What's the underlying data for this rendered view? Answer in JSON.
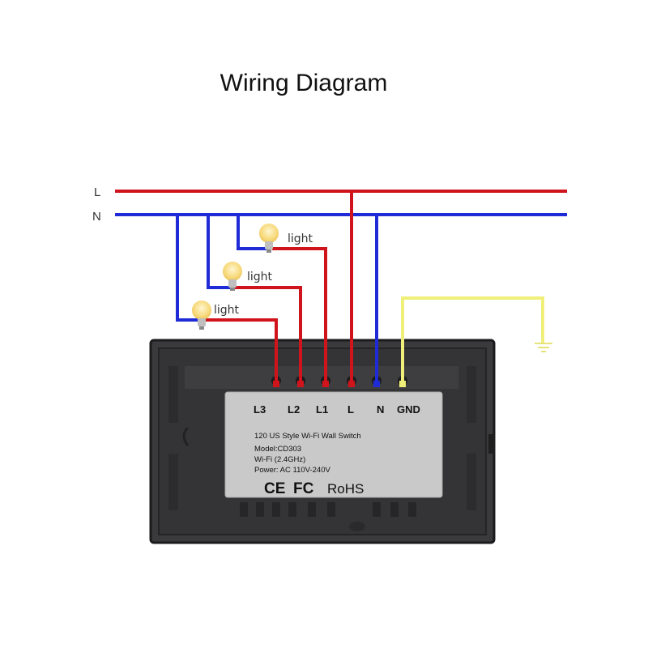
{
  "title": "Wiring Diagram",
  "lines": {
    "live_label": "L",
    "neutral_label": "N"
  },
  "lights": [
    {
      "label": "light"
    },
    {
      "label": "light"
    },
    {
      "label": "light"
    }
  ],
  "switch": {
    "terminals": [
      "L3",
      "L2",
      "L1",
      "L",
      "N",
      "GND"
    ],
    "sticker": {
      "line1": "120 US Style Wi-Fi Wall Switch",
      "line2": "Model:CD303",
      "line3": "Wi-Fi (2.4GHz)",
      "line4": "Power: AC 110V-240V",
      "mark_ce": "CE",
      "mark_fc": "FC",
      "mark_rohs": "RoHS"
    }
  },
  "colors": {
    "live": "#d0141c",
    "neutral": "#1f2bd6",
    "ground": "#efef7a",
    "housing": "#3a3a3c",
    "sticker": "#c9c9c9",
    "bulb": "#f7d97a"
  }
}
